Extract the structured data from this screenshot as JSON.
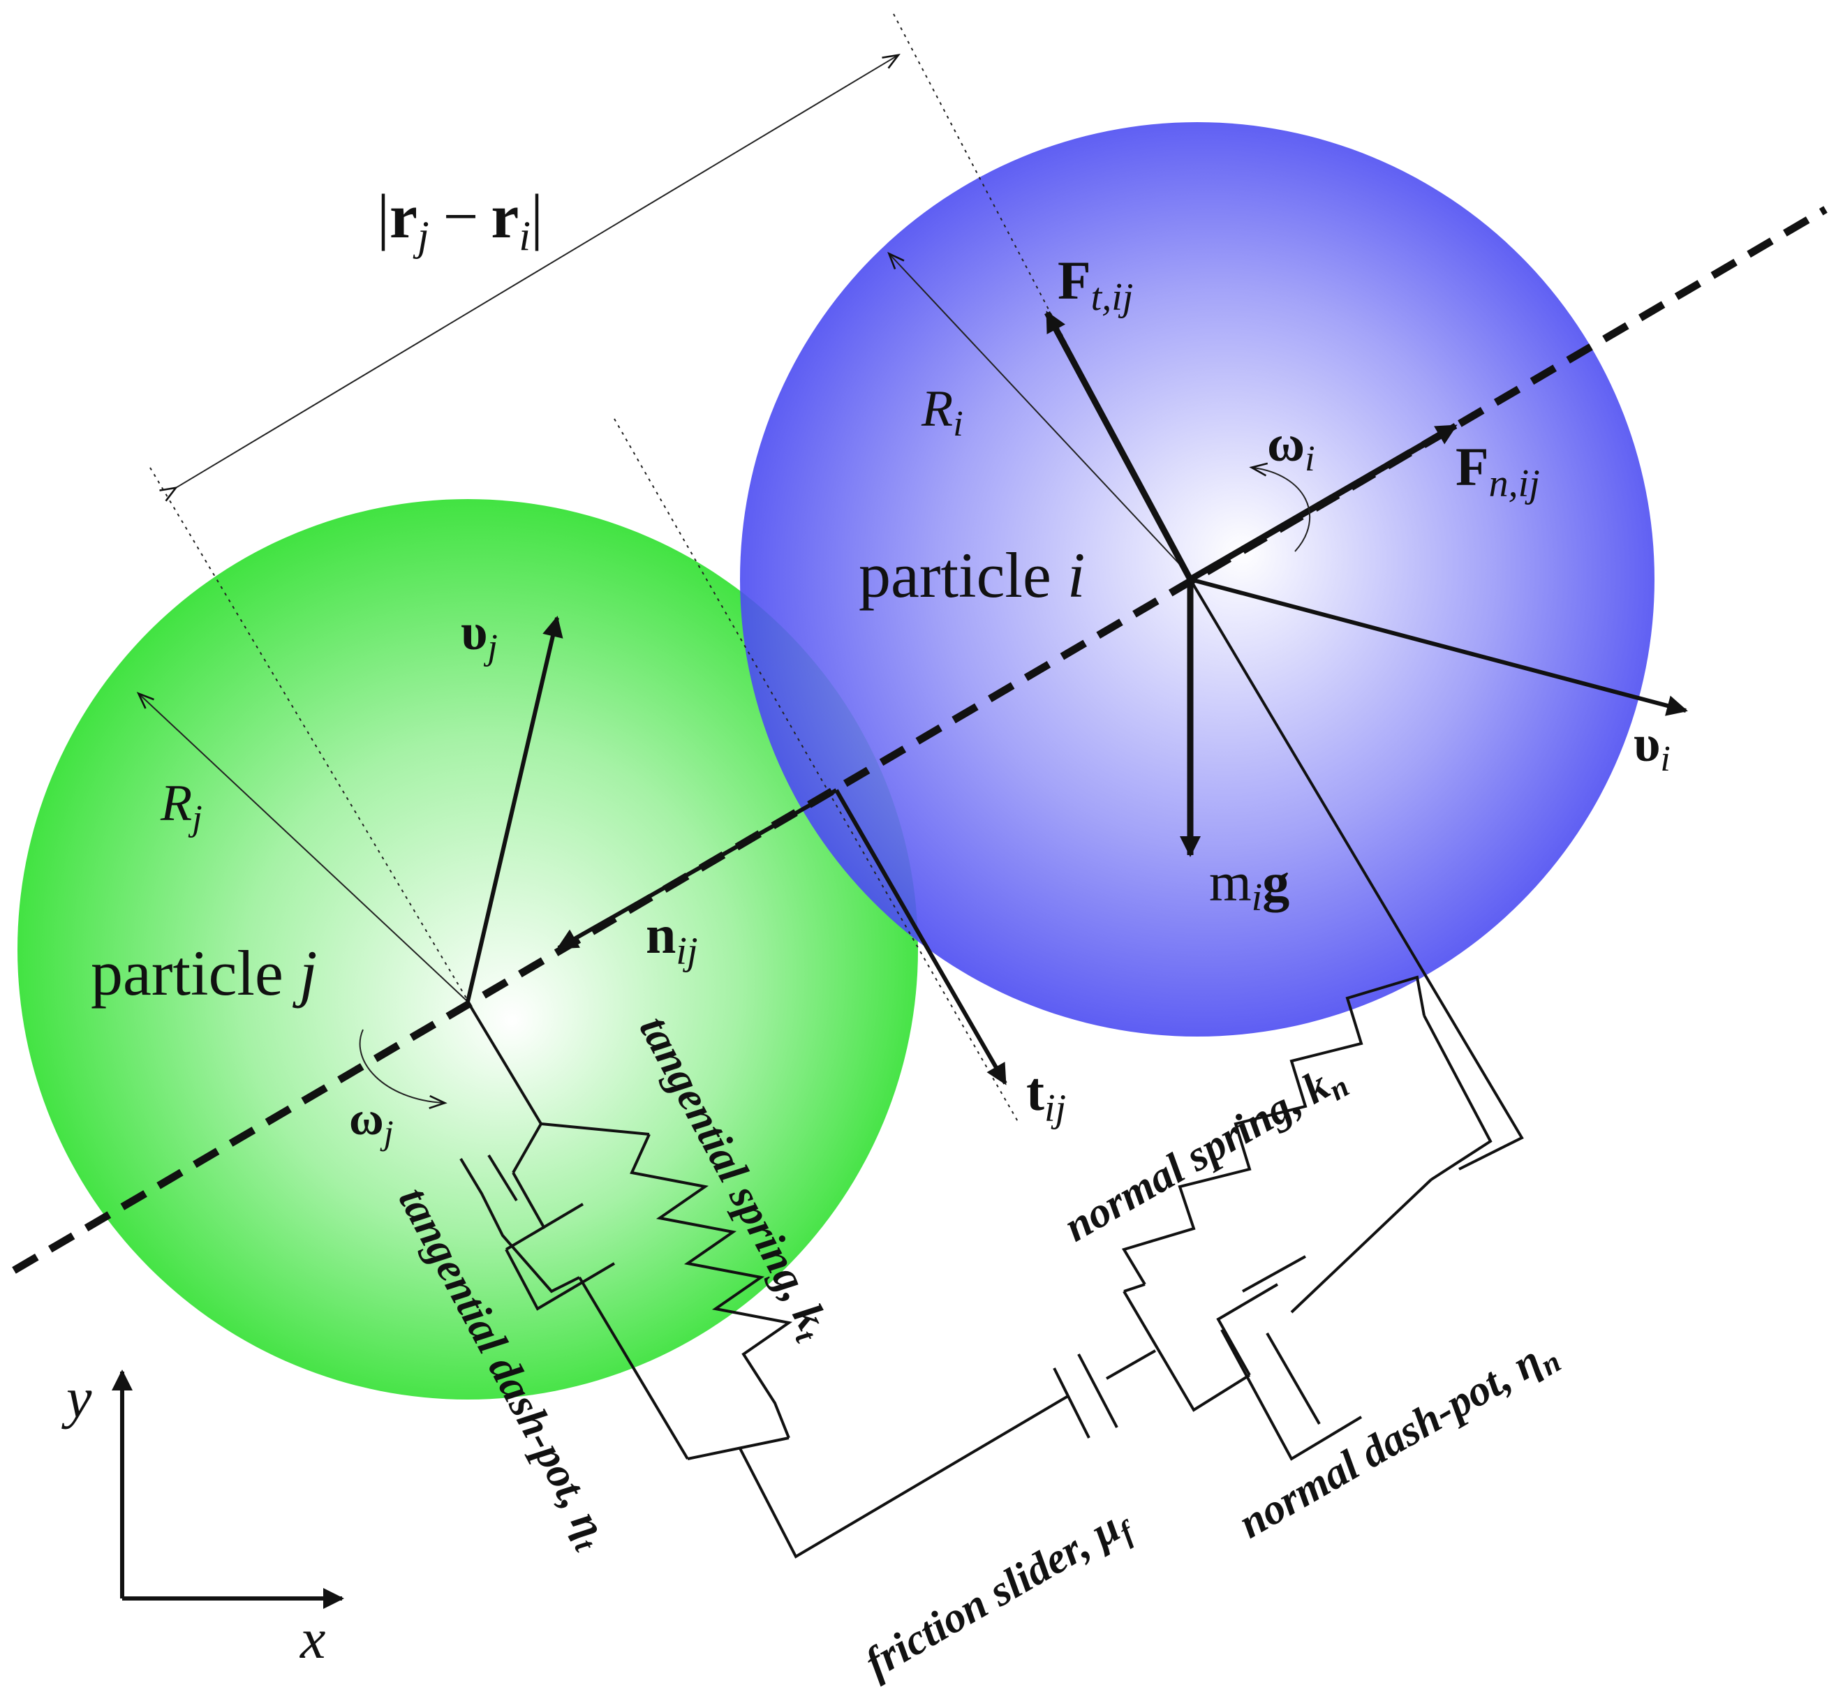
{
  "particle_i": {
    "label_main": "particle ",
    "label_italic": "i",
    "radius": "R",
    "radius_sub": "i",
    "color": "#4040f0"
  },
  "particle_j": {
    "label_main": "particle ",
    "label_italic": "j",
    "radius": "R",
    "radius_sub": "j",
    "color": "#38e038"
  },
  "distance": {
    "r1": "r",
    "sub1": "j",
    "minus": "−",
    "r2": "r",
    "sub2": "i"
  },
  "forces": {
    "Ft": {
      "main": "F",
      "sub": "t,ij"
    },
    "Fn": {
      "main": "F",
      "sub": "n,ij"
    },
    "weight": {
      "main": "m",
      "sub": "i",
      "tail": "g"
    }
  },
  "velocities": {
    "vi": {
      "main": "υ",
      "sub": "i"
    },
    "vj": {
      "main": "υ",
      "sub": "j"
    }
  },
  "omegas": {
    "wi": {
      "main": "ω",
      "sub": "i"
    },
    "wj": {
      "main": "ω",
      "sub": "j"
    }
  },
  "unit_vectors": {
    "n": {
      "main": "n",
      "sub": "ij"
    },
    "t": {
      "main": "t",
      "sub": "ij"
    }
  },
  "elements": {
    "tangential_spring": "tangential spring, k",
    "tangential_spring_sub": "t",
    "tangential_dashpot": "tangential dash-pot, η",
    "tangential_dashpot_sub": "t",
    "normal_spring": "normal spring, k",
    "normal_spring_sub": "n",
    "normal_dashpot": "normal dash-pot, η",
    "normal_dashpot_sub": "n",
    "friction_slider": "friction slider, μ",
    "friction_slider_sub": "f"
  },
  "axes": {
    "x": "x",
    "y": "y"
  }
}
